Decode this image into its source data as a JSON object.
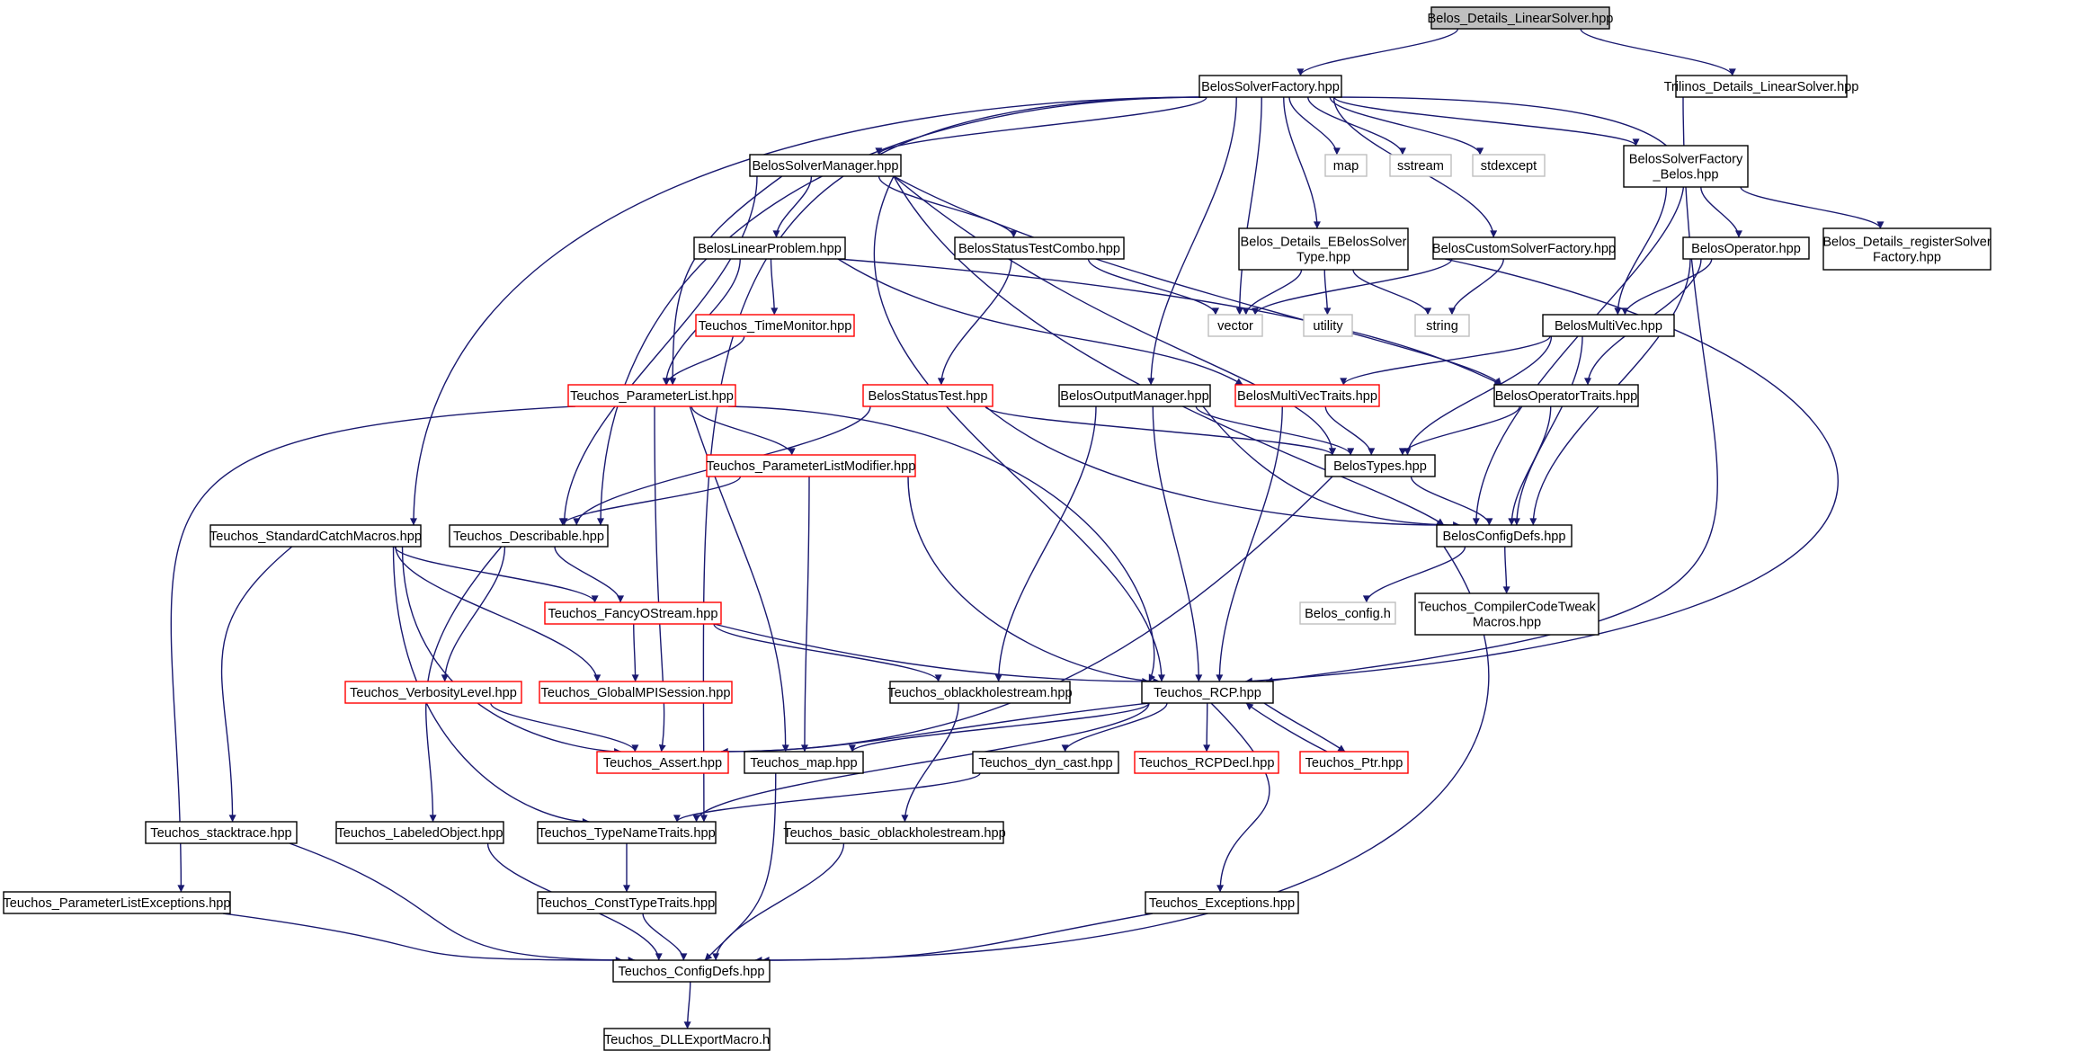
{
  "colors": {
    "edge": "#191970",
    "box_black": "#000000",
    "box_red": "#ff0000",
    "box_gray": "#bfbfbf",
    "root_fill": "#bfbfbf"
  },
  "nodes": [
    {
      "id": "n0",
      "label": "Belos_Details_LinearSolver.hpp",
      "style": "root"
    },
    {
      "id": "n1",
      "label": "BelosSolverFactory.hpp",
      "style": "black"
    },
    {
      "id": "n2",
      "label": "Trilinos_Details_LinearSolver.hpp",
      "style": "black"
    },
    {
      "id": "n3",
      "label": "BelosSolverManager.hpp",
      "style": "black"
    },
    {
      "id": "n4",
      "label": "map",
      "style": "gray"
    },
    {
      "id": "n5",
      "label": "sstream",
      "style": "gray"
    },
    {
      "id": "n6",
      "label": "stdexcept",
      "style": "gray"
    },
    {
      "id": "n7",
      "label": [
        "BelosSolverFactory",
        "_Belos.hpp"
      ],
      "style": "black"
    },
    {
      "id": "n8",
      "label": "BelosLinearProblem.hpp",
      "style": "black"
    },
    {
      "id": "n9",
      "label": "BelosStatusTestCombo.hpp",
      "style": "black"
    },
    {
      "id": "n10",
      "label": [
        "Belos_Details_EBelosSolver",
        "Type.hpp"
      ],
      "style": "black"
    },
    {
      "id": "n11",
      "label": "BelosCustomSolverFactory.hpp",
      "style": "black"
    },
    {
      "id": "n12",
      "label": "BelosOperator.hpp",
      "style": "black"
    },
    {
      "id": "n13",
      "label": [
        "Belos_Details_registerSolver",
        "Factory.hpp"
      ],
      "style": "black"
    },
    {
      "id": "n14",
      "label": "Teuchos_TimeMonitor.hpp",
      "style": "red"
    },
    {
      "id": "n15",
      "label": "vector",
      "style": "gray"
    },
    {
      "id": "n16",
      "label": "utility",
      "style": "gray"
    },
    {
      "id": "n17",
      "label": "string",
      "style": "gray"
    },
    {
      "id": "n18",
      "label": "BelosMultiVec.hpp",
      "style": "black"
    },
    {
      "id": "n19",
      "label": "Teuchos_ParameterList.hpp",
      "style": "red"
    },
    {
      "id": "n20",
      "label": "BelosStatusTest.hpp",
      "style": "red"
    },
    {
      "id": "n21",
      "label": "BelosOutputManager.hpp",
      "style": "black"
    },
    {
      "id": "n22",
      "label": "BelosMultiVecTraits.hpp",
      "style": "red"
    },
    {
      "id": "n23",
      "label": "BelosOperatorTraits.hpp",
      "style": "black"
    },
    {
      "id": "n24",
      "label": "Teuchos_ParameterListModifier.hpp",
      "style": "red"
    },
    {
      "id": "n25",
      "label": "BelosTypes.hpp",
      "style": "black"
    },
    {
      "id": "n26",
      "label": "Teuchos_StandardCatchMacros.hpp",
      "style": "black"
    },
    {
      "id": "n27",
      "label": "Teuchos_Describable.hpp",
      "style": "black"
    },
    {
      "id": "n28",
      "label": "BelosConfigDefs.hpp",
      "style": "black"
    },
    {
      "id": "n29",
      "label": "Teuchos_FancyOStream.hpp",
      "style": "red"
    },
    {
      "id": "n30",
      "label": "Belos_config.h",
      "style": "gray"
    },
    {
      "id": "n31",
      "label": [
        "Teuchos_CompilerCodeTweak",
        "Macros.hpp"
      ],
      "style": "black"
    },
    {
      "id": "n32",
      "label": "Teuchos_VerbosityLevel.hpp",
      "style": "red"
    },
    {
      "id": "n33",
      "label": "Teuchos_GlobalMPISession.hpp",
      "style": "red"
    },
    {
      "id": "n34",
      "label": "Teuchos_oblackholestream.hpp",
      "style": "black"
    },
    {
      "id": "n35",
      "label": "Teuchos_RCP.hpp",
      "style": "black"
    },
    {
      "id": "n36",
      "label": "Teuchos_Assert.hpp",
      "style": "red"
    },
    {
      "id": "n37",
      "label": "Teuchos_map.hpp",
      "style": "black"
    },
    {
      "id": "n38",
      "label": "Teuchos_dyn_cast.hpp",
      "style": "black"
    },
    {
      "id": "n39",
      "label": "Teuchos_RCPDecl.hpp",
      "style": "red"
    },
    {
      "id": "n40",
      "label": "Teuchos_Ptr.hpp",
      "style": "red"
    },
    {
      "id": "n41",
      "label": "Teuchos_stacktrace.hpp",
      "style": "black"
    },
    {
      "id": "n42",
      "label": "Teuchos_LabeledObject.hpp",
      "style": "black"
    },
    {
      "id": "n43",
      "label": "Teuchos_TypeNameTraits.hpp",
      "style": "black"
    },
    {
      "id": "n44",
      "label": "Teuchos_basic_oblackholestream.hpp",
      "style": "black"
    },
    {
      "id": "n45",
      "label": "Teuchos_ParameterListExceptions.hpp",
      "style": "black"
    },
    {
      "id": "n46",
      "label": "Teuchos_ConstTypeTraits.hpp",
      "style": "black"
    },
    {
      "id": "n47",
      "label": "Teuchos_Exceptions.hpp",
      "style": "black"
    },
    {
      "id": "n48",
      "label": "Teuchos_ConfigDefs.hpp",
      "style": "black"
    },
    {
      "id": "n49",
      "label": "Teuchos_DLLExportMacro.h",
      "style": "black"
    }
  ],
  "edges": [
    [
      "n0",
      "n1"
    ],
    [
      "n0",
      "n2"
    ],
    [
      "n1",
      "n3"
    ],
    [
      "n1",
      "n4"
    ],
    [
      "n1",
      "n5"
    ],
    [
      "n1",
      "n6"
    ],
    [
      "n1",
      "n7"
    ],
    [
      "n1",
      "n10"
    ],
    [
      "n1",
      "n11"
    ],
    [
      "n1",
      "n15"
    ],
    [
      "n1",
      "n21"
    ],
    [
      "n1",
      "n26"
    ],
    [
      "n1",
      "n27"
    ],
    [
      "n1",
      "n28"
    ],
    [
      "n1",
      "n43"
    ],
    [
      "n2",
      "n35"
    ],
    [
      "n3",
      "n8"
    ],
    [
      "n3",
      "n9"
    ],
    [
      "n3",
      "n19"
    ],
    [
      "n3",
      "n27"
    ],
    [
      "n3",
      "n35"
    ],
    [
      "n3",
      "n25"
    ],
    [
      "n3",
      "n28"
    ],
    [
      "n3",
      "n23"
    ],
    [
      "n7",
      "n12"
    ],
    [
      "n7",
      "n13"
    ],
    [
      "n7",
      "n18"
    ],
    [
      "n8",
      "n14"
    ],
    [
      "n8",
      "n19"
    ],
    [
      "n8",
      "n22"
    ],
    [
      "n8",
      "n23"
    ],
    [
      "n9",
      "n15"
    ],
    [
      "n9",
      "n20"
    ],
    [
      "n10",
      "n15"
    ],
    [
      "n10",
      "n16"
    ],
    [
      "n10",
      "n17"
    ],
    [
      "n11",
      "n15"
    ],
    [
      "n11",
      "n17"
    ],
    [
      "n11",
      "n35"
    ],
    [
      "n12",
      "n18"
    ],
    [
      "n12",
      "n23"
    ],
    [
      "n12",
      "n28"
    ],
    [
      "n14",
      "n19"
    ],
    [
      "n18",
      "n22"
    ],
    [
      "n18",
      "n25"
    ],
    [
      "n18",
      "n28"
    ],
    [
      "n19",
      "n24"
    ],
    [
      "n19",
      "n35"
    ],
    [
      "n19",
      "n36"
    ],
    [
      "n19",
      "n37"
    ],
    [
      "n19",
      "n45"
    ],
    [
      "n20",
      "n25"
    ],
    [
      "n20",
      "n27"
    ],
    [
      "n20",
      "n28"
    ],
    [
      "n21",
      "n25"
    ],
    [
      "n21",
      "n28"
    ],
    [
      "n21",
      "n34"
    ],
    [
      "n21",
      "n35"
    ],
    [
      "n22",
      "n25"
    ],
    [
      "n22",
      "n35"
    ],
    [
      "n23",
      "n25"
    ],
    [
      "n23",
      "n28"
    ],
    [
      "n24",
      "n27"
    ],
    [
      "n24",
      "n35"
    ],
    [
      "n24",
      "n37"
    ],
    [
      "n25",
      "n28"
    ],
    [
      "n25",
      "n36"
    ],
    [
      "n26",
      "n29"
    ],
    [
      "n26",
      "n33"
    ],
    [
      "n26",
      "n36"
    ],
    [
      "n26",
      "n41"
    ],
    [
      "n26",
      "n43"
    ],
    [
      "n27",
      "n29"
    ],
    [
      "n27",
      "n32"
    ],
    [
      "n27",
      "n42"
    ],
    [
      "n28",
      "n30"
    ],
    [
      "n28",
      "n31"
    ],
    [
      "n28",
      "n48"
    ],
    [
      "n29",
      "n33"
    ],
    [
      "n29",
      "n34"
    ],
    [
      "n29",
      "n35"
    ],
    [
      "n32",
      "n36"
    ],
    [
      "n34",
      "n44"
    ],
    [
      "n35",
      "n36"
    ],
    [
      "n35",
      "n37"
    ],
    [
      "n35",
      "n38"
    ],
    [
      "n35",
      "n39"
    ],
    [
      "n35",
      "n40"
    ],
    [
      "n35",
      "n43"
    ],
    [
      "n35",
      "n47"
    ],
    [
      "n40",
      "n35"
    ],
    [
      "n37",
      "n48"
    ],
    [
      "n38",
      "n43"
    ],
    [
      "n41",
      "n48"
    ],
    [
      "n42",
      "n48"
    ],
    [
      "n43",
      "n46"
    ],
    [
      "n44",
      "n48"
    ],
    [
      "n45",
      "n48"
    ],
    [
      "n46",
      "n48"
    ],
    [
      "n47",
      "n48"
    ],
    [
      "n48",
      "n49"
    ]
  ]
}
